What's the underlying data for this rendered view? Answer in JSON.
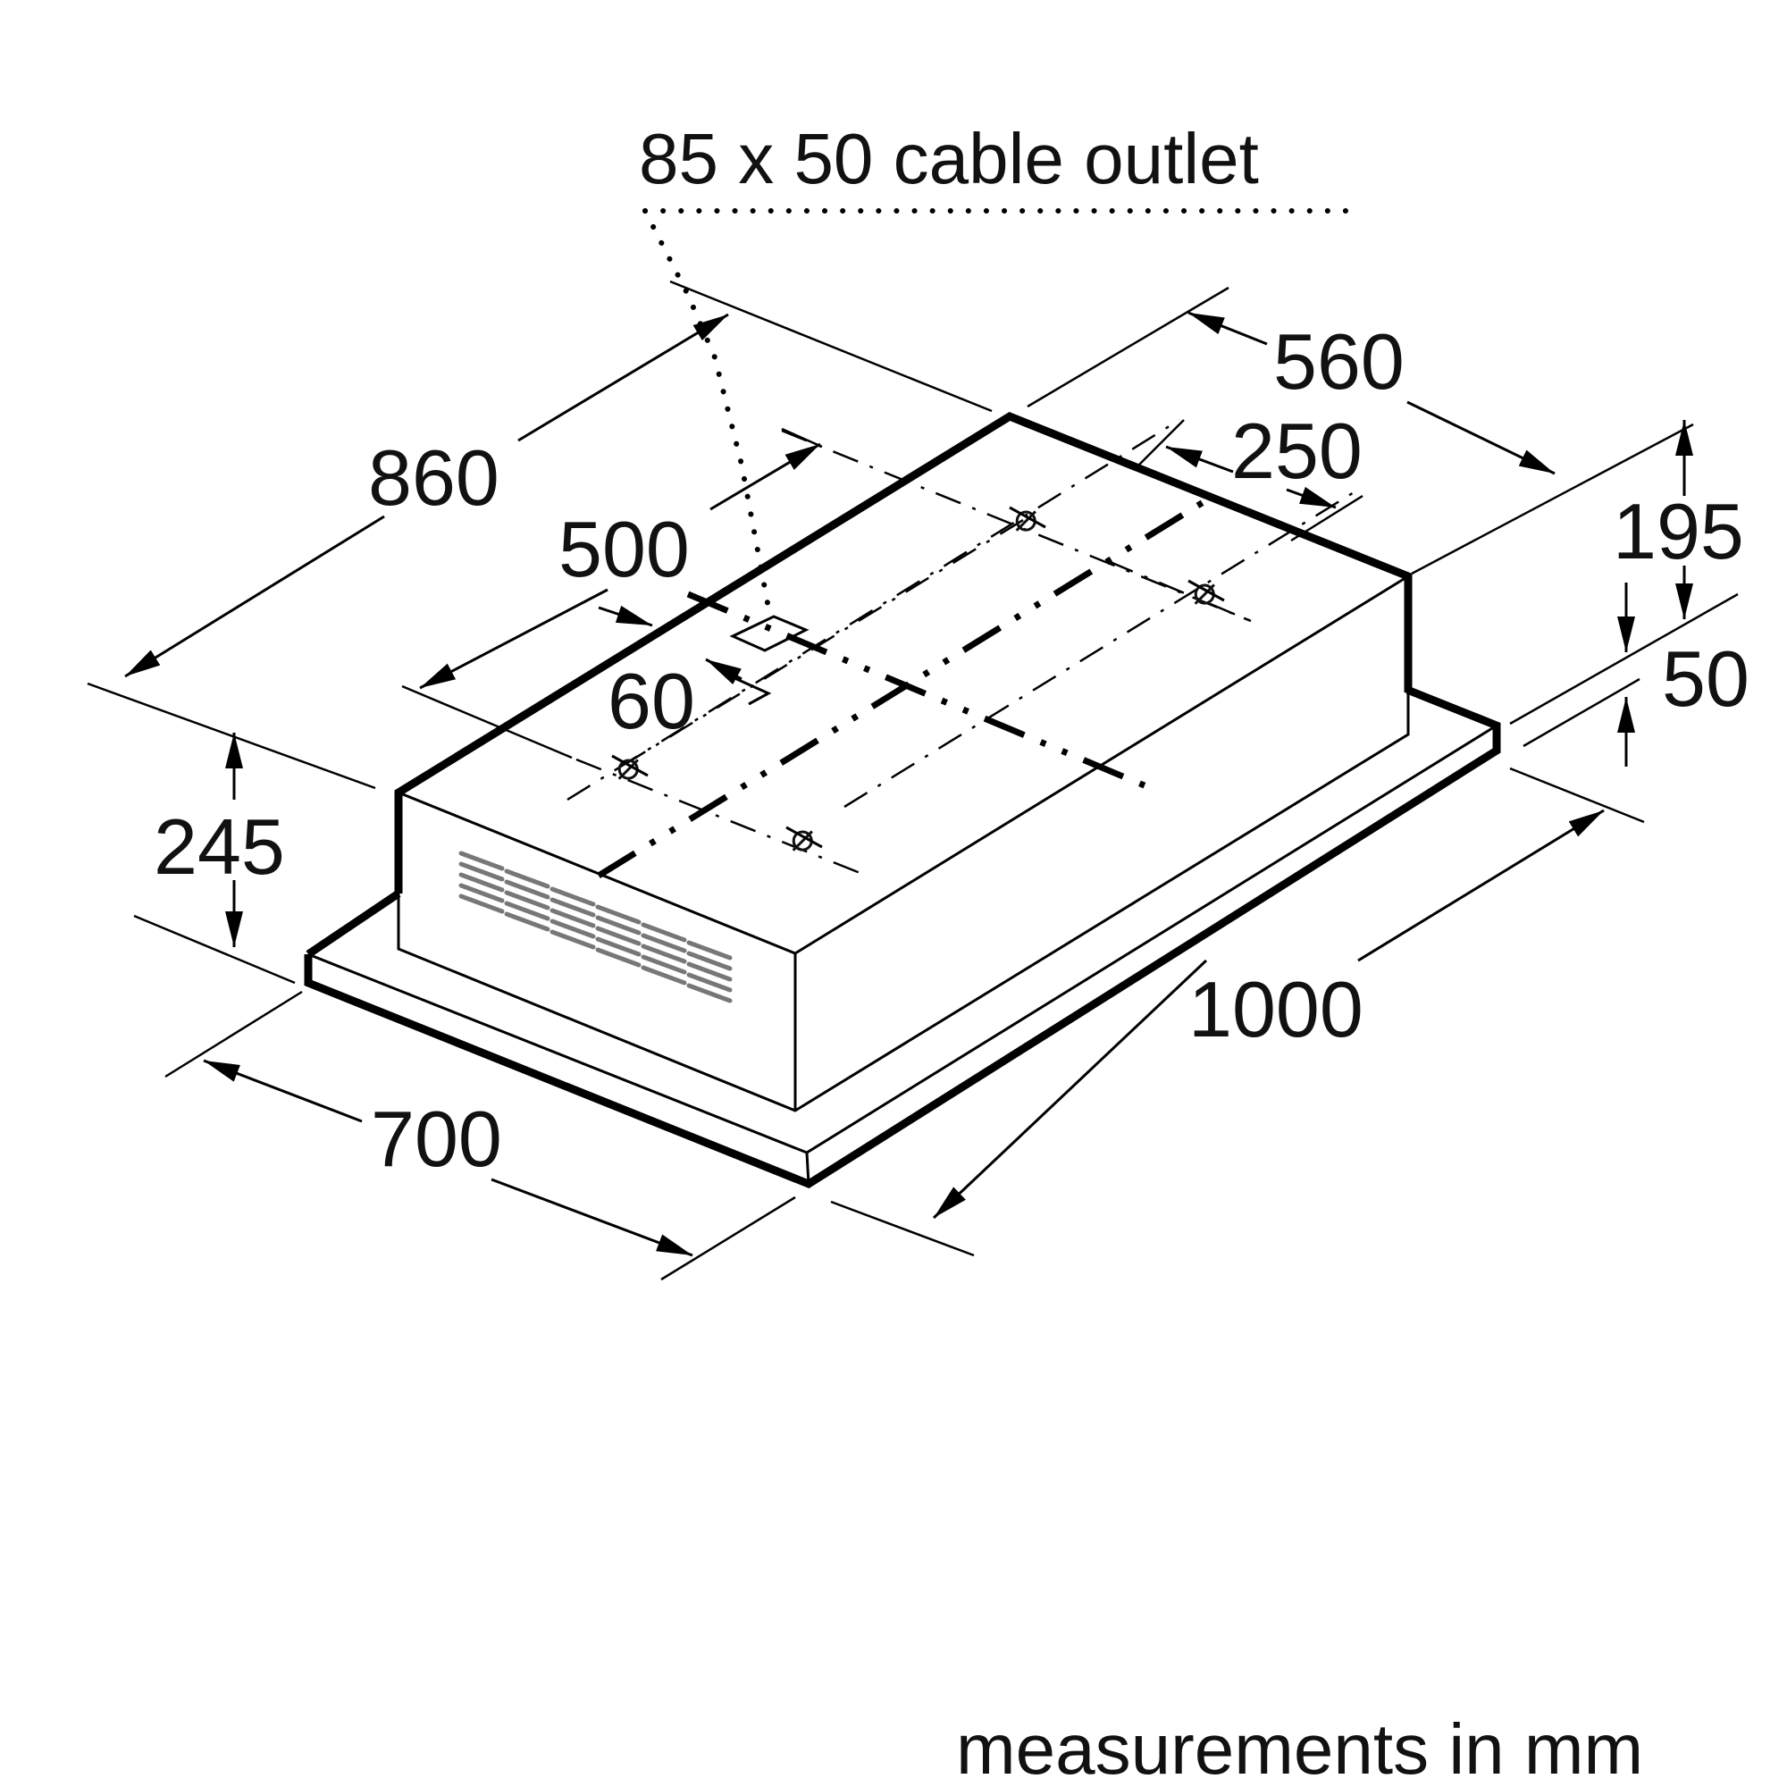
{
  "diagram": {
    "cable_outlet_label": "85 x 50 cable outlet",
    "footer_note": "measurements in mm",
    "dimensions": {
      "width_1000": "1000",
      "depth_700": "700",
      "height_245": "245",
      "depth_860": "860",
      "top_560": "560",
      "top_195": "195",
      "top_50": "50",
      "top_500": "500",
      "top_250": "250",
      "top_60": "60"
    },
    "hole_symbol": "⌀"
  }
}
